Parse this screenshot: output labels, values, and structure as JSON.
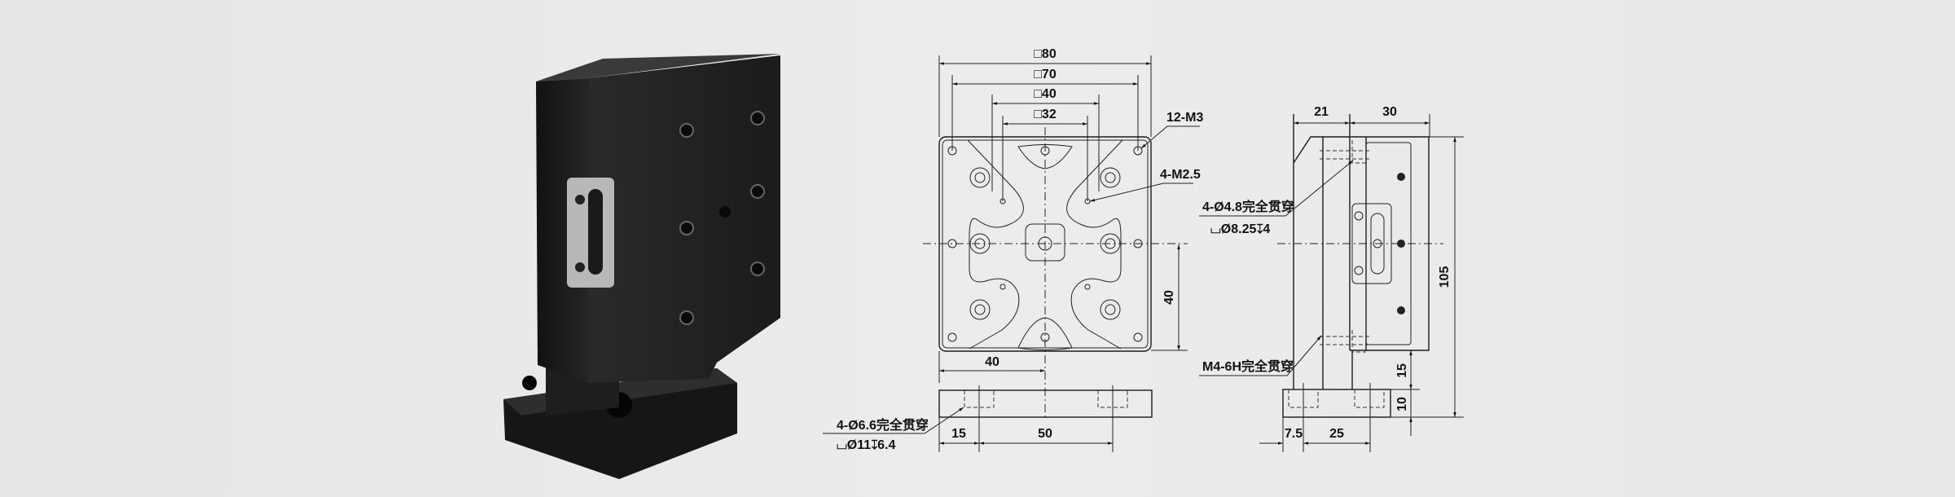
{
  "front_view": {
    "dim_80": "□80",
    "dim_70": "□70",
    "dim_40_square": "□40",
    "dim_32": "□32",
    "note_12_m3": "12-M3",
    "note_4_m25": "4-M2.5",
    "dim_40_vertical": "40",
    "dim_40_horizontal": "40",
    "note_base_holes": "4-Ø6.6完全贯穿",
    "note_base_counterbore": "⌴Ø11↧6.4",
    "dim_15": "15",
    "dim_50": "50"
  },
  "side_view": {
    "dim_21": "21",
    "dim_30": "30",
    "dim_105": "105",
    "dim_15": "15",
    "dim_10": "10",
    "dim_7_5": "7.5",
    "dim_25": "25",
    "note_through_holes": "4-Ø4.8完全贯穿",
    "note_counterbore": "⌴Ø8.25↧4",
    "note_thread": "M4-6H完全贯穿"
  }
}
